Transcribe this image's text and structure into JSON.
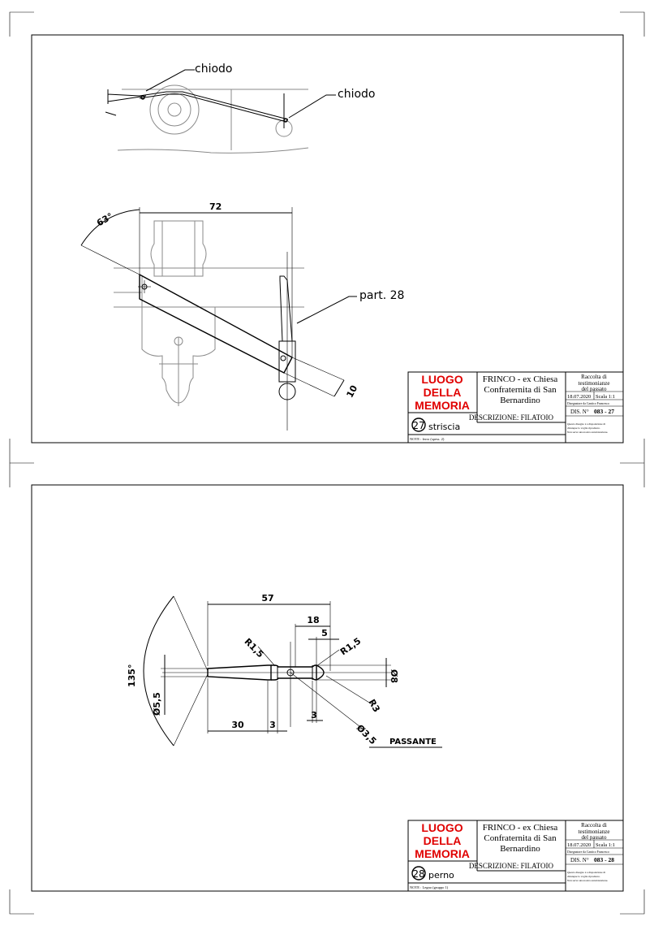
{
  "sheets": [
    {
      "callouts": {
        "nail_1": "chiodo",
        "nail_2": "chiodo",
        "part": "part. 28"
      },
      "dimensions": {
        "angle": "63°",
        "length": "72",
        "width": "10"
      },
      "title_block": {
        "logo_line_1": "LUOGO",
        "logo_line_2": "DELLA",
        "logo_line_3": "MEMORIA",
        "subject_line_1": "FRINCO - ex Chiesa",
        "subject_line_2": "Confraternita di San",
        "subject_line_3": "Bernardino",
        "collection_line_1": "Raccolta di",
        "collection_line_2": "testimonianze",
        "collection_line_3": "del passato",
        "date": "18.07.2020",
        "scale": "Scala 1:1",
        "drawn_by": "Disegnatore da Cantico Francesco",
        "drawing_label": "DIS. N°",
        "drawing_number": "083 - 27",
        "part_number": "27",
        "part_name": "striscia",
        "description": "DESCRIZIONE: FILATOIO",
        "notes": "NOTE : ferro (spess. 2)",
        "rights_line_1": "Questo disegno è a disposizione di",
        "rights_line_2": "chiunque lo voglia riprodurre.",
        "rights_line_3": "Non serve una nostra autorizzazione."
      }
    },
    {
      "callouts": {
        "through": "PASSANTE"
      },
      "dimensions": {
        "angle": "135°",
        "total_length": "57",
        "d_18": "18",
        "d_5": "5",
        "r_left": "R1,5",
        "r_right": "R1,5",
        "r3": "R3",
        "dia_8": "Ø8",
        "dia_55": "Ø5,5",
        "d_30": "30",
        "d_3a": "3",
        "d_3b": "3",
        "hole": "Ø3,5"
      },
      "title_block": {
        "logo_line_1": "LUOGO",
        "logo_line_2": "DELLA",
        "logo_line_3": "MEMORIA",
        "subject_line_1": "FRINCO - ex Chiesa",
        "subject_line_2": "Confraternita di San",
        "subject_line_3": "Bernardino",
        "collection_line_1": "Raccolta di",
        "collection_line_2": "testimonianze",
        "collection_line_3": "del passato",
        "date": "18.07.2020",
        "scale": "Scala 1:1",
        "drawn_by": "Disegnatore da Cantico Francesco",
        "drawing_label": "DIS. N°",
        "drawing_number": "083 - 28",
        "part_number": "28",
        "part_name": "perno",
        "description": "DESCRIZIONE: FILATOIO",
        "notes": "NOTE : Legno (gruppo 1)",
        "rights_line_1": "Questo disegno è a disposizione di",
        "rights_line_2": "chiunque lo voglia riprodurre.",
        "rights_line_3": "Non serve una nostra autorizzazione."
      }
    }
  ],
  "colors": {
    "logo_red": "#e00000",
    "line": "#000000",
    "background_part": "#8a8a8a"
  }
}
